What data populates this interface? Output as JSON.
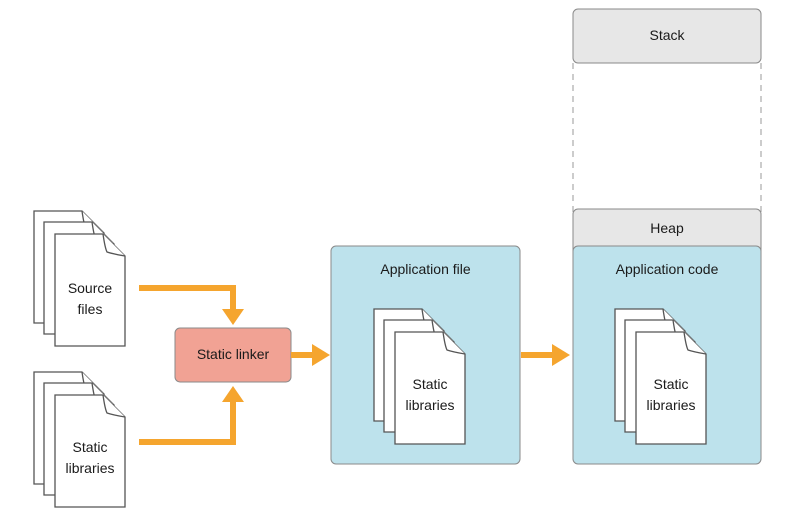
{
  "inputs": {
    "source_files": "Source\nfiles",
    "static_libraries": "Static\nlibraries"
  },
  "linker": {
    "label": "Static linker"
  },
  "application_file": {
    "title": "Application file",
    "doc_label": "Static\nlibraries"
  },
  "memory": {
    "stack": "Stack",
    "heap": "Heap",
    "application_code": "Application code",
    "doc_label": "Static\nlibraries"
  },
  "colors": {
    "arrow": "#f5a52e",
    "linker_fill": "#f1a294",
    "blue_fill": "#bde2ec",
    "gray_fill": "#e7e7e7",
    "stroke": "#8a8a8a",
    "doc_stroke": "#555555"
  }
}
